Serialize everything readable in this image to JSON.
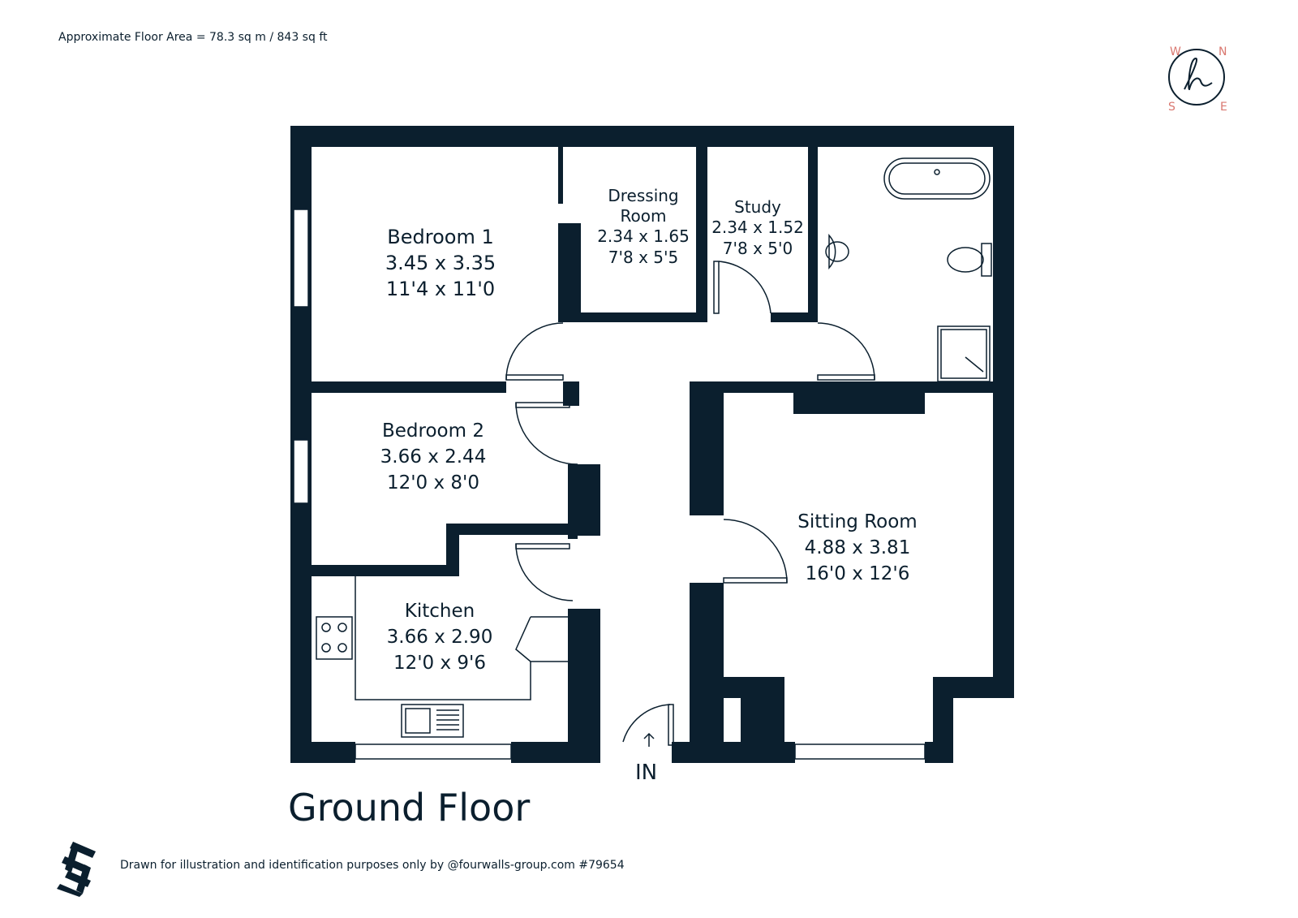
{
  "header": {
    "area_text": "Approximate Floor Area = 78.3 sq m / 843 sq ft"
  },
  "rooms": {
    "bedroom1": {
      "name": "Bedroom 1",
      "metric": "3.45 x 3.35",
      "imperial": "11'4 x 11'0"
    },
    "dressing": {
      "name1": "Dressing",
      "name2": "Room",
      "metric": "2.34 x 1.65",
      "imperial": "7'8 x 5'5"
    },
    "study": {
      "name": "Study",
      "metric": "2.34 x 1.52",
      "imperial": "7'8 x 5'0"
    },
    "bedroom2": {
      "name": "Bedroom 2",
      "metric": "3.66 x 2.44",
      "imperial": "12'0 x 8'0"
    },
    "kitchen": {
      "name": "Kitchen",
      "metric": "3.66 x 2.90",
      "imperial": "12'0 x 9'6"
    },
    "sitting": {
      "name": "Sitting Room",
      "metric": "4.88 x 3.81",
      "imperial": "16'0 x 12'6"
    }
  },
  "entrance": {
    "label": "IN"
  },
  "floor": {
    "title": "Ground Floor"
  },
  "compass": {
    "w": "W",
    "n": "N",
    "s": "S",
    "e": "E",
    "icon": "compass-logo-icon"
  },
  "footer": {
    "text": "Drawn for illustration and identification purposes only by @fourwalls-group.com #79654",
    "icon": "fourwalls-logo-icon"
  },
  "colors": {
    "wall": "#0b1f2e",
    "accent": "#d9776f"
  }
}
